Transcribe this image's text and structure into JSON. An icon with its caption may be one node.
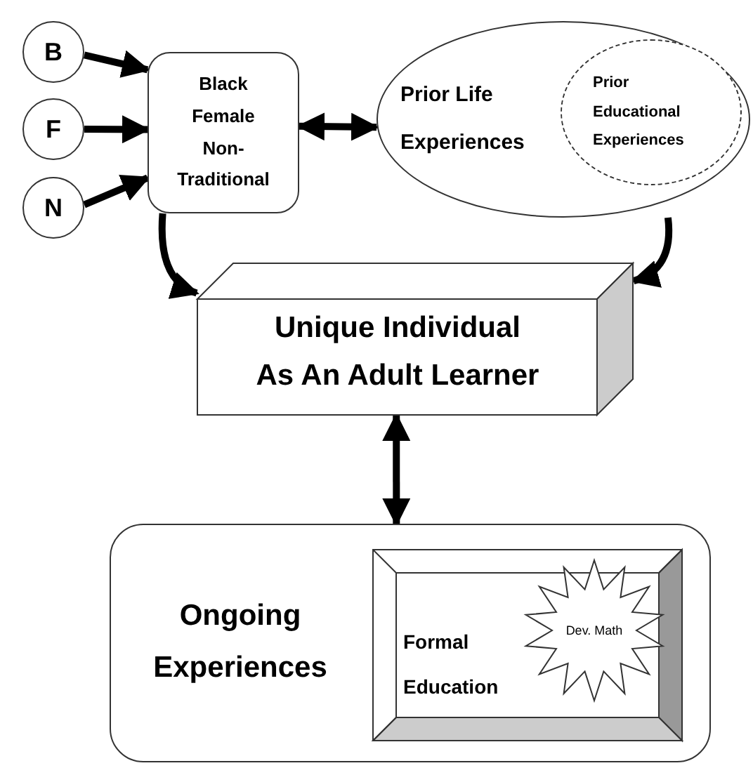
{
  "diagram": {
    "nodes": [
      {
        "text": [
          "B"
        ]
      },
      {
        "text": [
          "F"
        ]
      },
      {
        "text": [
          "N"
        ]
      },
      {
        "text": [
          "Black Female Non-Traditional"
        ]
      },
      {
        "text": [
          "Prior Life Experiences"
        ]
      },
      {
        "text": [
          "Prior Educational Experiences"
        ],
        "in": 4
      },
      {
        "text": [
          "Unique Individual As An Adult Learner"
        ]
      },
      {
        "text": [
          "Ongoing Experiences"
        ]
      },
      {
        "text": [
          "Formal Education"
        ],
        "in": 7
      },
      {
        "text": [
          "Dev. Math"
        ],
        "in": 8
      }
    ],
    "edges": [
      {
        "from": 0,
        "to": 3,
        "arrow": "to"
      },
      {
        "from": 1,
        "to": 3,
        "arrow": "to"
      },
      {
        "from": 2,
        "to": 3,
        "arrow": "to"
      },
      {
        "from": 3,
        "to": 4,
        "arrow": "both"
      },
      {
        "from": 3,
        "to": 6,
        "arrow": "to"
      },
      {
        "from": 4,
        "to": 6,
        "arrow": "to"
      },
      {
        "from": 6,
        "to": 7,
        "arrow": "both"
      }
    ]
  }
}
